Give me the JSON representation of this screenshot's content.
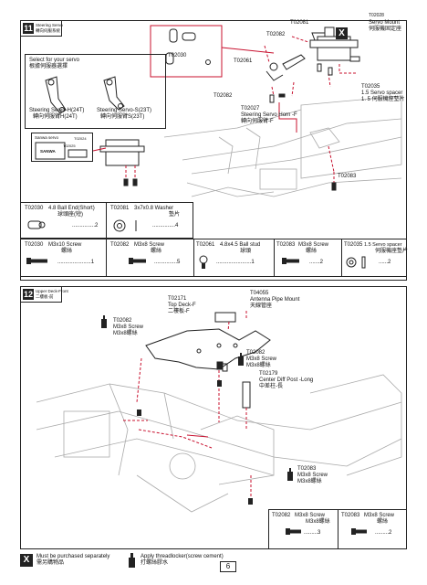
{
  "step11": {
    "number": "11",
    "title_en": "Steering Servo",
    "title_zh": "轉向伺服系統",
    "callouts": {
      "t02030": "T02030",
      "t02081_top": "T02081",
      "t02082_top": "T02082",
      "t02061": "T02061",
      "t02082_mid": "T02082",
      "t02027_code": "T02027",
      "t02027_en": "Steering Servo Horn -F",
      "t02027_zh": "轉向伺服臂-F",
      "t02028_code": "T02028",
      "t02028_en": "Servo Mount",
      "t02028_zh": "伺服機固定座",
      "t02035_code": "T02035",
      "t02035_en": "1.5 Servo spacer",
      "t02035_zh": "1. 5 伺服機座墊片",
      "t02083": "T02083",
      "x_mark": "X"
    },
    "servo_select": {
      "title_en": "Select for your servo",
      "title_zh": "根據伺服器選擇",
      "option_h_en": "Steering Servo-H(24T)",
      "option_h_zh": "轉向伺服臂H(24T)",
      "option_s_en": "Steering Servo-S(23T)",
      "option_s_zh": "轉向伺服臂S(23T)"
    },
    "sanwa_box": {
      "title": "Sanwa servo",
      "brand": "SANWA",
      "code1": "T02024",
      "code2": "T02025"
    },
    "parts_row1": [
      {
        "code": "T02030",
        "name_en": "4.8 Ball End(Short)",
        "name_zh": "球頭座(短)",
        "qty": "2"
      },
      {
        "code": "T02081",
        "name_en": "3x7x0.8 Washer",
        "name_zh": "墊片",
        "qty": "4"
      }
    ],
    "parts_row2": [
      {
        "code": "T02030",
        "name_en": "M3x10 Screw",
        "name_zh": "螺絲",
        "qty": "1"
      },
      {
        "code": "T02082",
        "name_en": "M3x8 Screw",
        "name_zh": "螺絲",
        "qty": "5"
      },
      {
        "code": "T02061",
        "name_en": "4.8x4.5 Ball stud",
        "name_zh": "球頭",
        "qty": "1"
      },
      {
        "code": "T02083",
        "name_en": "M3x8 Screw",
        "name_zh": "螺絲",
        "qty": "2"
      },
      {
        "code": "T02035",
        "name_en": "1.5 Servo spacer",
        "name_zh": "伺服機座墊片",
        "qty": "2"
      }
    ]
  },
  "step12": {
    "number": "12",
    "title_en": "Upper Deck-Front",
    "title_zh": "二樓板-前",
    "callouts": {
      "t02171_code": "T02171",
      "t02171_en": "Top Deck-F",
      "t02171_zh": "二樓板-F",
      "t04055_code": "T04055",
      "t04055_en": "Antenna Pipe Mount",
      "t04055_zh": "天線管座",
      "t02082_left_code": "T02082",
      "t02082_left_en": "M3x8 Screw",
      "t02082_left_zh": "M3x8螺絲",
      "t02082_right_code": "T02082",
      "t02082_right_en": "M3x8 Screw",
      "t02082_right_zh": "M3x8螺絲",
      "t02179_code": "T02179",
      "t02179_en": "Center Diff Post -Long",
      "t02179_zh": "中差柱-長",
      "t02083_code": "T02083",
      "t02083_en": "M3x8 Screw",
      "t02083_zh": "M3x8螺絲"
    },
    "parts": [
      {
        "code": "T02082",
        "name_en": "M3x8 Screw",
        "name_zh": "M3x8螺絲",
        "qty": "3"
      },
      {
        "code": "T02083",
        "name_en": "M3x8 Screw",
        "name_zh": "螺絲",
        "qty": "2"
      }
    ]
  },
  "footer": {
    "x_mark": "X",
    "purchase_en": "Must be purchased separately",
    "purchase_zh": "需另購物品",
    "glue_en": "Apply threadlocker(screw cement)",
    "glue_zh": "打螺絲膠水",
    "page_number": "6"
  }
}
